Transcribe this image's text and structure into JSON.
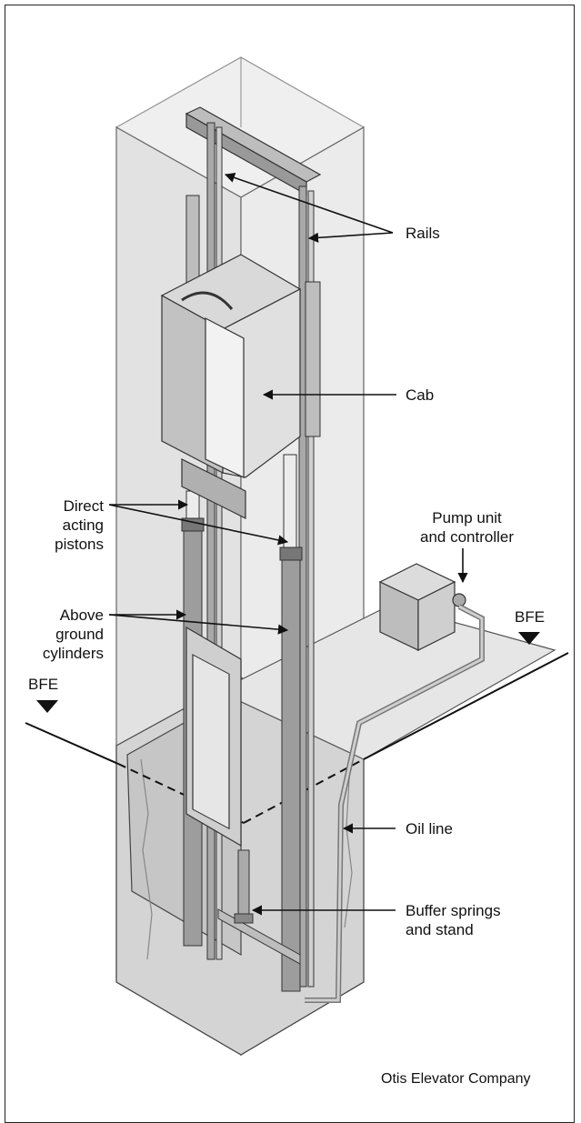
{
  "labels": {
    "rails": "Rails",
    "cab": "Cab",
    "pistons": [
      "Direct",
      "acting",
      "pistons"
    ],
    "pump": [
      "Pump unit",
      "and controller"
    ],
    "cylinders": [
      "Above",
      "ground",
      "cylinders"
    ],
    "bfe_right": "BFE",
    "bfe_left": "BFE",
    "oil_line": "Oil line",
    "buffer": [
      "Buffer springs",
      "and stand"
    ]
  },
  "credit": "Otis Elevator Company",
  "colors": {
    "shaft": "#dcdcdc",
    "metal": "#b5b5b5",
    "dark_metal": "#7d7d7d",
    "outline": "#222222"
  }
}
